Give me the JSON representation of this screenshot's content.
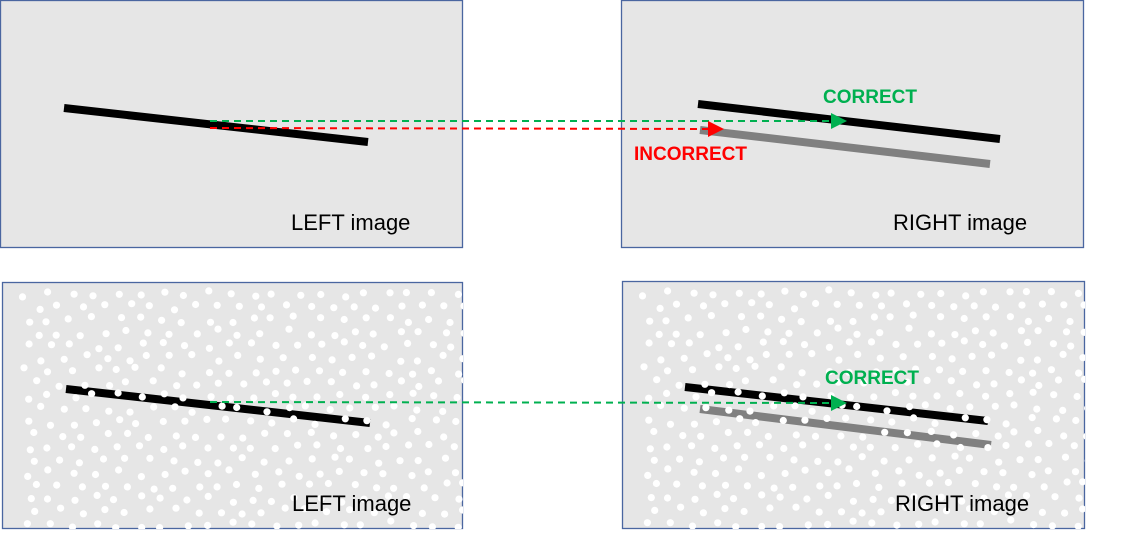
{
  "panels": {
    "top_left": {
      "label": "LEFT image"
    },
    "top_right": {
      "label": "RIGHT image",
      "correct": "CORRECT",
      "incorrect": "INCORRECT"
    },
    "bottom_left": {
      "label": "LEFT image"
    },
    "bottom_right": {
      "label": "RIGHT image",
      "correct": "CORRECT"
    }
  },
  "colors": {
    "correct": "#00b050",
    "incorrect": "#ff0000",
    "panel": "#e6e6e6",
    "border": "#4a66a0",
    "line": "#000000",
    "shifted_line": "#808080"
  }
}
